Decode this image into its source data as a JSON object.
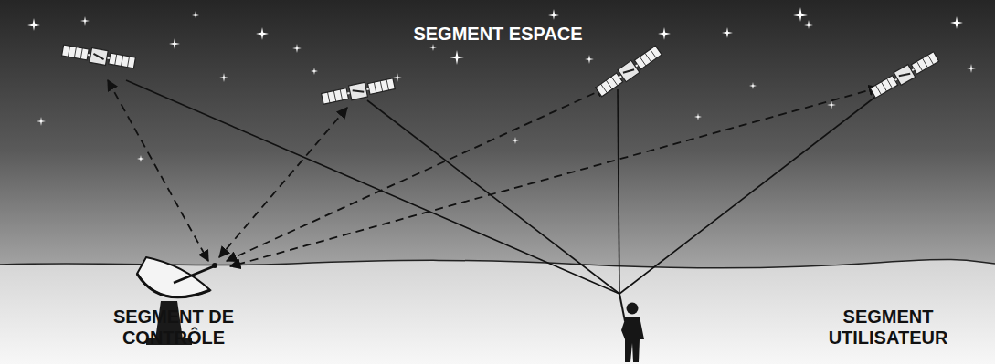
{
  "diagram": {
    "labels": [
      "SEGMENT ESPACE",
      "SEGMENT DE CONTRÔLE",
      "SEGMENT UTILISATEUR"
    ]
  }
}
